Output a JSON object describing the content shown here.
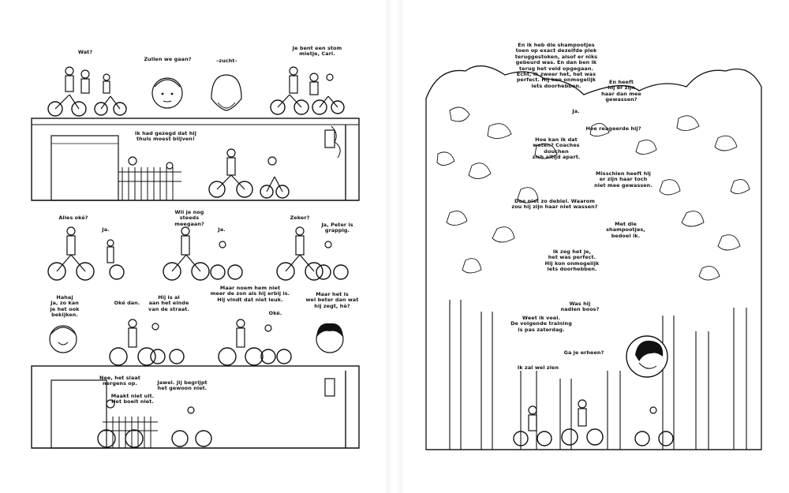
{
  "left_page": {
    "row1": {
      "b_wat": "Wat?",
      "b_zullen": "Zullen we gaan?",
      "b_zucht": "–zucht–",
      "b_stom": "Je bent een stom\nmietje, Carl."
    },
    "row2": {
      "b_gezegd": "Ik had gezegd dat hij\nthuis moest blijven!"
    },
    "row3": {
      "b_alles": "Alles oké?",
      "b_ja1": "Ja.",
      "b_wil": "Wil je nog\nsteeds meegaan?",
      "b_ja2": "Ja.",
      "b_zeker": "Zeker?",
      "b_peter": "Ja, Peter is\ngrappig."
    },
    "row4": {
      "b_haha": "Hahaj\nJa, zo kan\nje het ook\nbekijken.",
      "b_oke_dan": "Oké dan.",
      "b_einde": "Hij is al\naan het einde\nvan de straat.",
      "b_zon": "Maar noem hem niet\nmeer de zon als hij erbij is.\nHij vindt dat niet leuk.",
      "b_oke": "Oké.",
      "b_beter": "Maar het is\nwel beter dan wat\nhij zegt, hè?"
    },
    "row5": {
      "b_slaat": "Nee, het slaat\nnergens op.",
      "b_maakt": "Maakt niet uit.\nHet boeit niet.",
      "b_jawel": "Jawel. Jij begrijpt\nhet gewoon niet."
    }
  },
  "right_page": {
    "b_shampoo": "En ik heb die shampootjes\ntoen op exact dezelfde plek\nteruggestoken, alsof er niks\ngebeurd was. En dan ben ik\nterug het veld opgegaan.\nEcht, ik zweer het, het was\nperfect. Hij kon onmogelijk\niets doorhebben.",
    "b_heeft": "En heeft\nhij er zijn\nhaar dan mee\ngewassen?",
    "b_ja": "Ja.",
    "b_hoe": "Hoe reageerde hij?",
    "b_weten": "Hoe kan ik dat\nweten? Coaches douchen\nzich altijd apart.",
    "b_misschien": "Misschien heeft hij\ner zijn haar toch\nniet mee gewassen.",
    "b_debiel": "Doe niet zo debiel. Waarom\nzou hij zijn haar niet wassen?",
    "b_bedoel": "Met die\nshampootjes,\nbedoel ik.",
    "b_zeg": "Ik zeg het je,\nhet was perfect.\nHij kon onmogelijk\niets doorhebben.",
    "b_boos": "Was hij\nnadien boos?",
    "b_weet": "Weet ik veel.\nDe volgende training\nis pas zaterdag.",
    "b_erheen": "Ga je erheen?",
    "b_zien": "Ik zal wel zien"
  }
}
